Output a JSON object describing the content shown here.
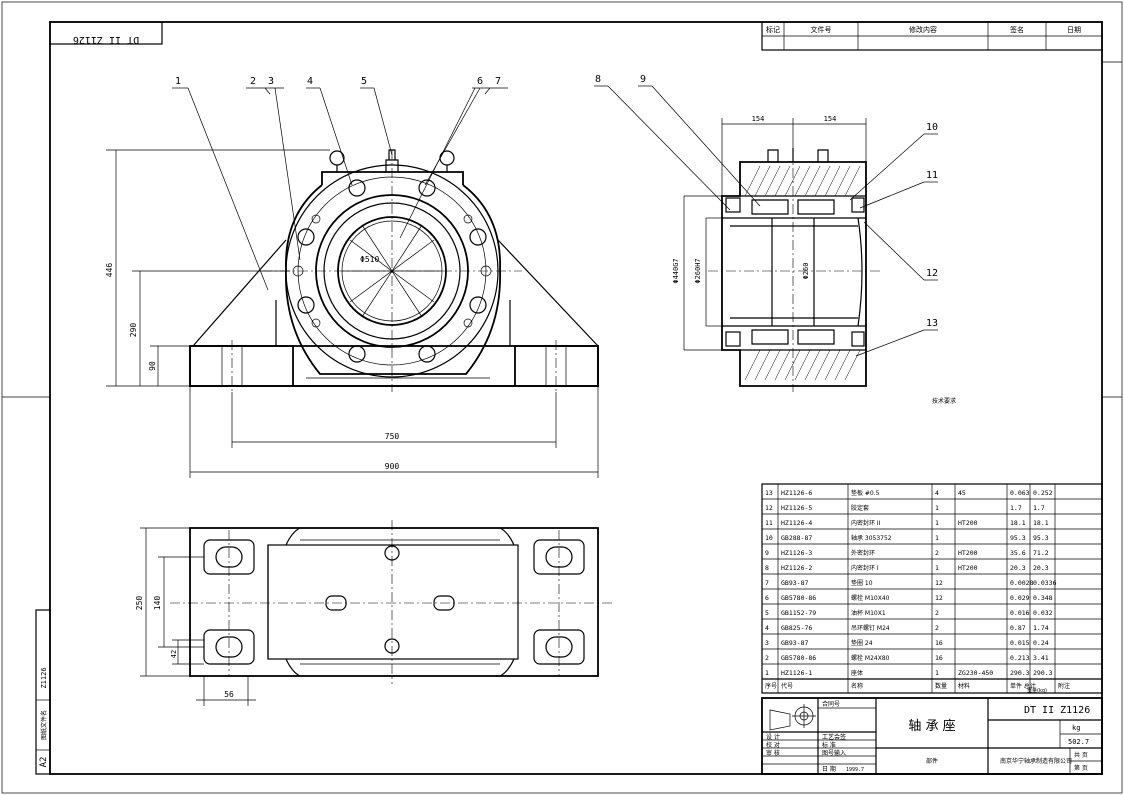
{
  "drawing_no_mirror": "DT II Z1126",
  "revision_table": {
    "headers": [
      "标记",
      "文件号",
      "修改内容",
      "签名",
      "日期"
    ]
  },
  "balloons": [
    "1",
    "2",
    "3",
    "4",
    "5",
    "6",
    "7",
    "8",
    "9",
    "10",
    "11",
    "12",
    "13"
  ],
  "dimensions": {
    "front_height": "446",
    "front_center": "290",
    "front_base": "90",
    "front_bolt_span": "750",
    "front_width": "900",
    "front_bore": "Φ510",
    "side_half_left": "154",
    "side_half_right": "154",
    "side_outer_dia": "Φ440G7",
    "side_mid_dia": "Φ260H7",
    "side_shaft_dia": "Φ260",
    "plan_width": "250",
    "plan_inner": "140",
    "plan_slot": "42",
    "plan_offset": "56"
  },
  "tech_note": "技术要求",
  "parts": [
    {
      "no": "13",
      "code": "HZ1126-6",
      "name": "垫板 #0.5",
      "qty": "4",
      "mat": "45",
      "unit": "0.063",
      "total": "0.252"
    },
    {
      "no": "12",
      "code": "HZ1126-5",
      "name": "胶定套",
      "qty": "1",
      "mat": "",
      "unit": "1.7",
      "total": "1.7"
    },
    {
      "no": "11",
      "code": "HZ1126-4",
      "name": "内密封环 II",
      "qty": "1",
      "mat": "HT200",
      "unit": "18.1",
      "total": "18.1"
    },
    {
      "no": "10",
      "code": "GB288-87",
      "name": "轴承 3053752",
      "qty": "1",
      "mat": "",
      "unit": "95.3",
      "total": "95.3"
    },
    {
      "no": "9",
      "code": "HZ1126-3",
      "name": "外密封环",
      "qty": "2",
      "mat": "HT200",
      "unit": "35.6",
      "total": "71.2"
    },
    {
      "no": "8",
      "code": "HZ1126-2",
      "name": "内密封环 I",
      "qty": "1",
      "mat": "HT200",
      "unit": "20.3",
      "total": "20.3"
    },
    {
      "no": "7",
      "code": "GB93-87",
      "name": "垫圈 10",
      "qty": "12",
      "mat": "",
      "unit": "0.0028",
      "total": "0.0336"
    },
    {
      "no": "6",
      "code": "GB5780-86",
      "name": "螺栓 M10X40",
      "qty": "12",
      "mat": "",
      "unit": "0.029",
      "total": "0.348"
    },
    {
      "no": "5",
      "code": "GB1152-79",
      "name": "油杯 M10X1",
      "qty": "2",
      "mat": "",
      "unit": "0.016",
      "total": "0.032"
    },
    {
      "no": "4",
      "code": "GB825-76",
      "name": "吊环螺钉 M24",
      "qty": "2",
      "mat": "",
      "unit": "0.87",
      "total": "1.74"
    },
    {
      "no": "3",
      "code": "GB93-87",
      "name": "垫圈 24",
      "qty": "16",
      "mat": "",
      "unit": "0.015",
      "total": "0.24"
    },
    {
      "no": "2",
      "code": "GB5780-86",
      "name": "螺栓 M24X80",
      "qty": "16",
      "mat": "",
      "unit": "0.213",
      "total": "3.41"
    },
    {
      "no": "1",
      "code": "HZ1126-1",
      "name": "座体",
      "qty": "1",
      "mat": "ZG230-450",
      "unit": "290.3",
      "total": "290.3"
    }
  ],
  "parts_header": {
    "no": "序号",
    "code": "代号",
    "name": "名称",
    "qty": "数量",
    "mat": "材料",
    "weight": "单件 总计",
    "weight_unit": "重量(kg)",
    "note": "附注"
  },
  "title_block": {
    "contract_label": "合同号",
    "part_name": "轴 承 座",
    "drawing_no": "DT II Z1126",
    "weight_unit": "kg",
    "weight": "502.7",
    "company": "南京华宁轴承制造有限公司",
    "dept": "部件",
    "rows": [
      "设 计",
      "校 对",
      "审 核"
    ],
    "rows2": [
      "工艺会签",
      "标 准",
      "图号输入",
      "日 期"
    ],
    "date": "1999.7",
    "sheets_total": "共 页",
    "sheet_no": "第 页"
  },
  "side_strip": {
    "format": "A2",
    "label": "图纸文件名",
    "file": "Z1126"
  }
}
